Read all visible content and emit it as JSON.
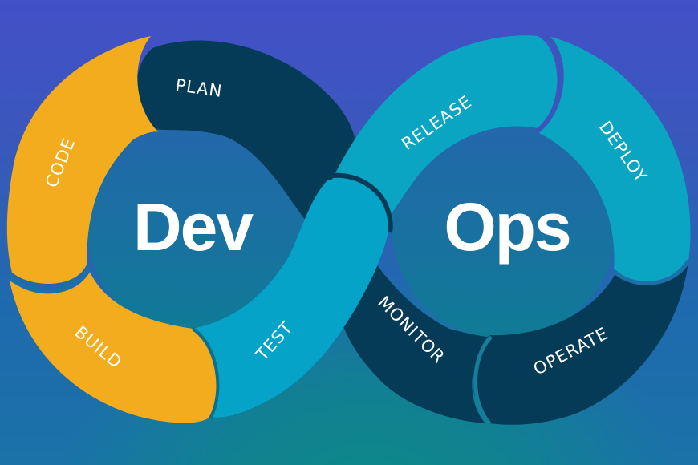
{
  "diagram": {
    "title_left": "Dev",
    "title_right": "Ops",
    "dev_stages": [
      {
        "label": "PLAN",
        "color": "#053b57"
      },
      {
        "label": "CODE",
        "color": "#f2ac1e"
      },
      {
        "label": "BUILD",
        "color": "#f2ac1e"
      },
      {
        "label": "TEST",
        "color": "#06a3c9"
      }
    ],
    "ops_stages": [
      {
        "label": "RELEASE",
        "color": "#0aa5c2"
      },
      {
        "label": "DEPLOY",
        "color": "#0aa5c2"
      },
      {
        "label": "OPERATE",
        "color": "#053b57"
      },
      {
        "label": "MONITOR",
        "color": "#053b57"
      }
    ],
    "colors": {
      "background_top": "#4350c8",
      "background_bottom": "#0b8a86",
      "inner_circle": "#1e6fa8",
      "text": "#ffffff"
    }
  }
}
